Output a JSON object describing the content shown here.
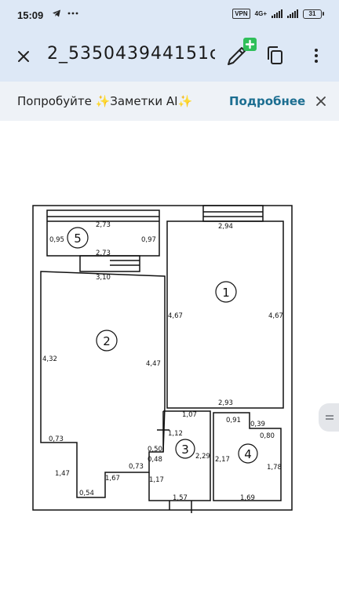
{
  "status_bar": {
    "time": "15:09",
    "icons": [
      "telegram-icon",
      "more-dots-icon"
    ],
    "vpn_label": "VPN",
    "network_label": "4G+",
    "battery": "31"
  },
  "app_bar": {
    "title": "2_535043944151с",
    "close_icon": "close-icon",
    "edit_icon": "pencil-plus-icon",
    "copy_icon": "copy-icon",
    "more_icon": "more-vert-icon"
  },
  "promo": {
    "text": "Попробуйте ✨Заметки AI✨",
    "link": "Подробнее",
    "close_icon": "close-icon"
  },
  "floorplan": {
    "rooms": [
      {
        "number": "1"
      },
      {
        "number": "2"
      },
      {
        "number": "3"
      },
      {
        "number": "4"
      },
      {
        "number": "5"
      }
    ],
    "dimensions": {
      "r5_top": "2,73",
      "r5_left": "0,95",
      "r5_right": "0,97",
      "r5_bottom": "2,73",
      "corridor": "3,10",
      "r1_top": "2,94",
      "r1_left": "4,67",
      "r1_right": "4,67",
      "r1_bottom": "2,93",
      "r2_left": "4,32",
      "r2_right": "4,47",
      "r2_step": "0,73",
      "r2_low_left": "1,47",
      "r2_bottom": "1,67",
      "r2_small": "0,54",
      "r2_mid": "0,73",
      "r3_top": "1,07",
      "r3_a": "1,12",
      "r3_b": "0,50",
      "r3_c": "0,48",
      "r3_d": "1,17",
      "r3_bottom": "1,57",
      "r3_right": "2,29",
      "r4_top": "0,91",
      "r4_a": "0,39",
      "r4_b": "0,80",
      "r4_left": "2,17",
      "r4_right": "1,78",
      "r4_bottom": "1,69"
    }
  }
}
